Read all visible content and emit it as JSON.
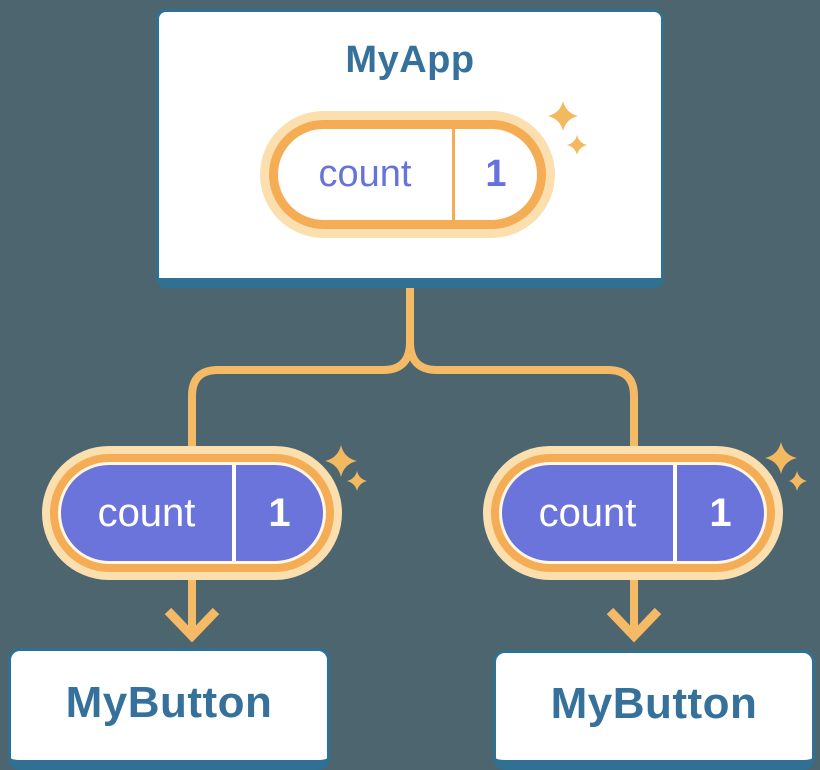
{
  "diagram": {
    "description": "React component tree: MyApp state passed as props to two MyButton children",
    "root": {
      "title": "MyApp",
      "state": {
        "name": "count",
        "value": "1"
      }
    },
    "children": [
      {
        "title": "MyButton",
        "state": {
          "name": "count",
          "value": "1"
        }
      },
      {
        "title": "MyButton",
        "state": {
          "name": "count",
          "value": "1"
        }
      }
    ],
    "colors": {
      "background": "#4D656E",
      "card_border_blue": "#2F7093",
      "title_text_blue": "#35719B",
      "pill_purple": "#6B74DB",
      "pill_text_purple": "#6673DC",
      "ring_orange": "#F5AD55",
      "glow_cream": "#FBDFAF",
      "connector_orange": "#F4BA66",
      "sparkle_orange": "#F3B960"
    }
  }
}
